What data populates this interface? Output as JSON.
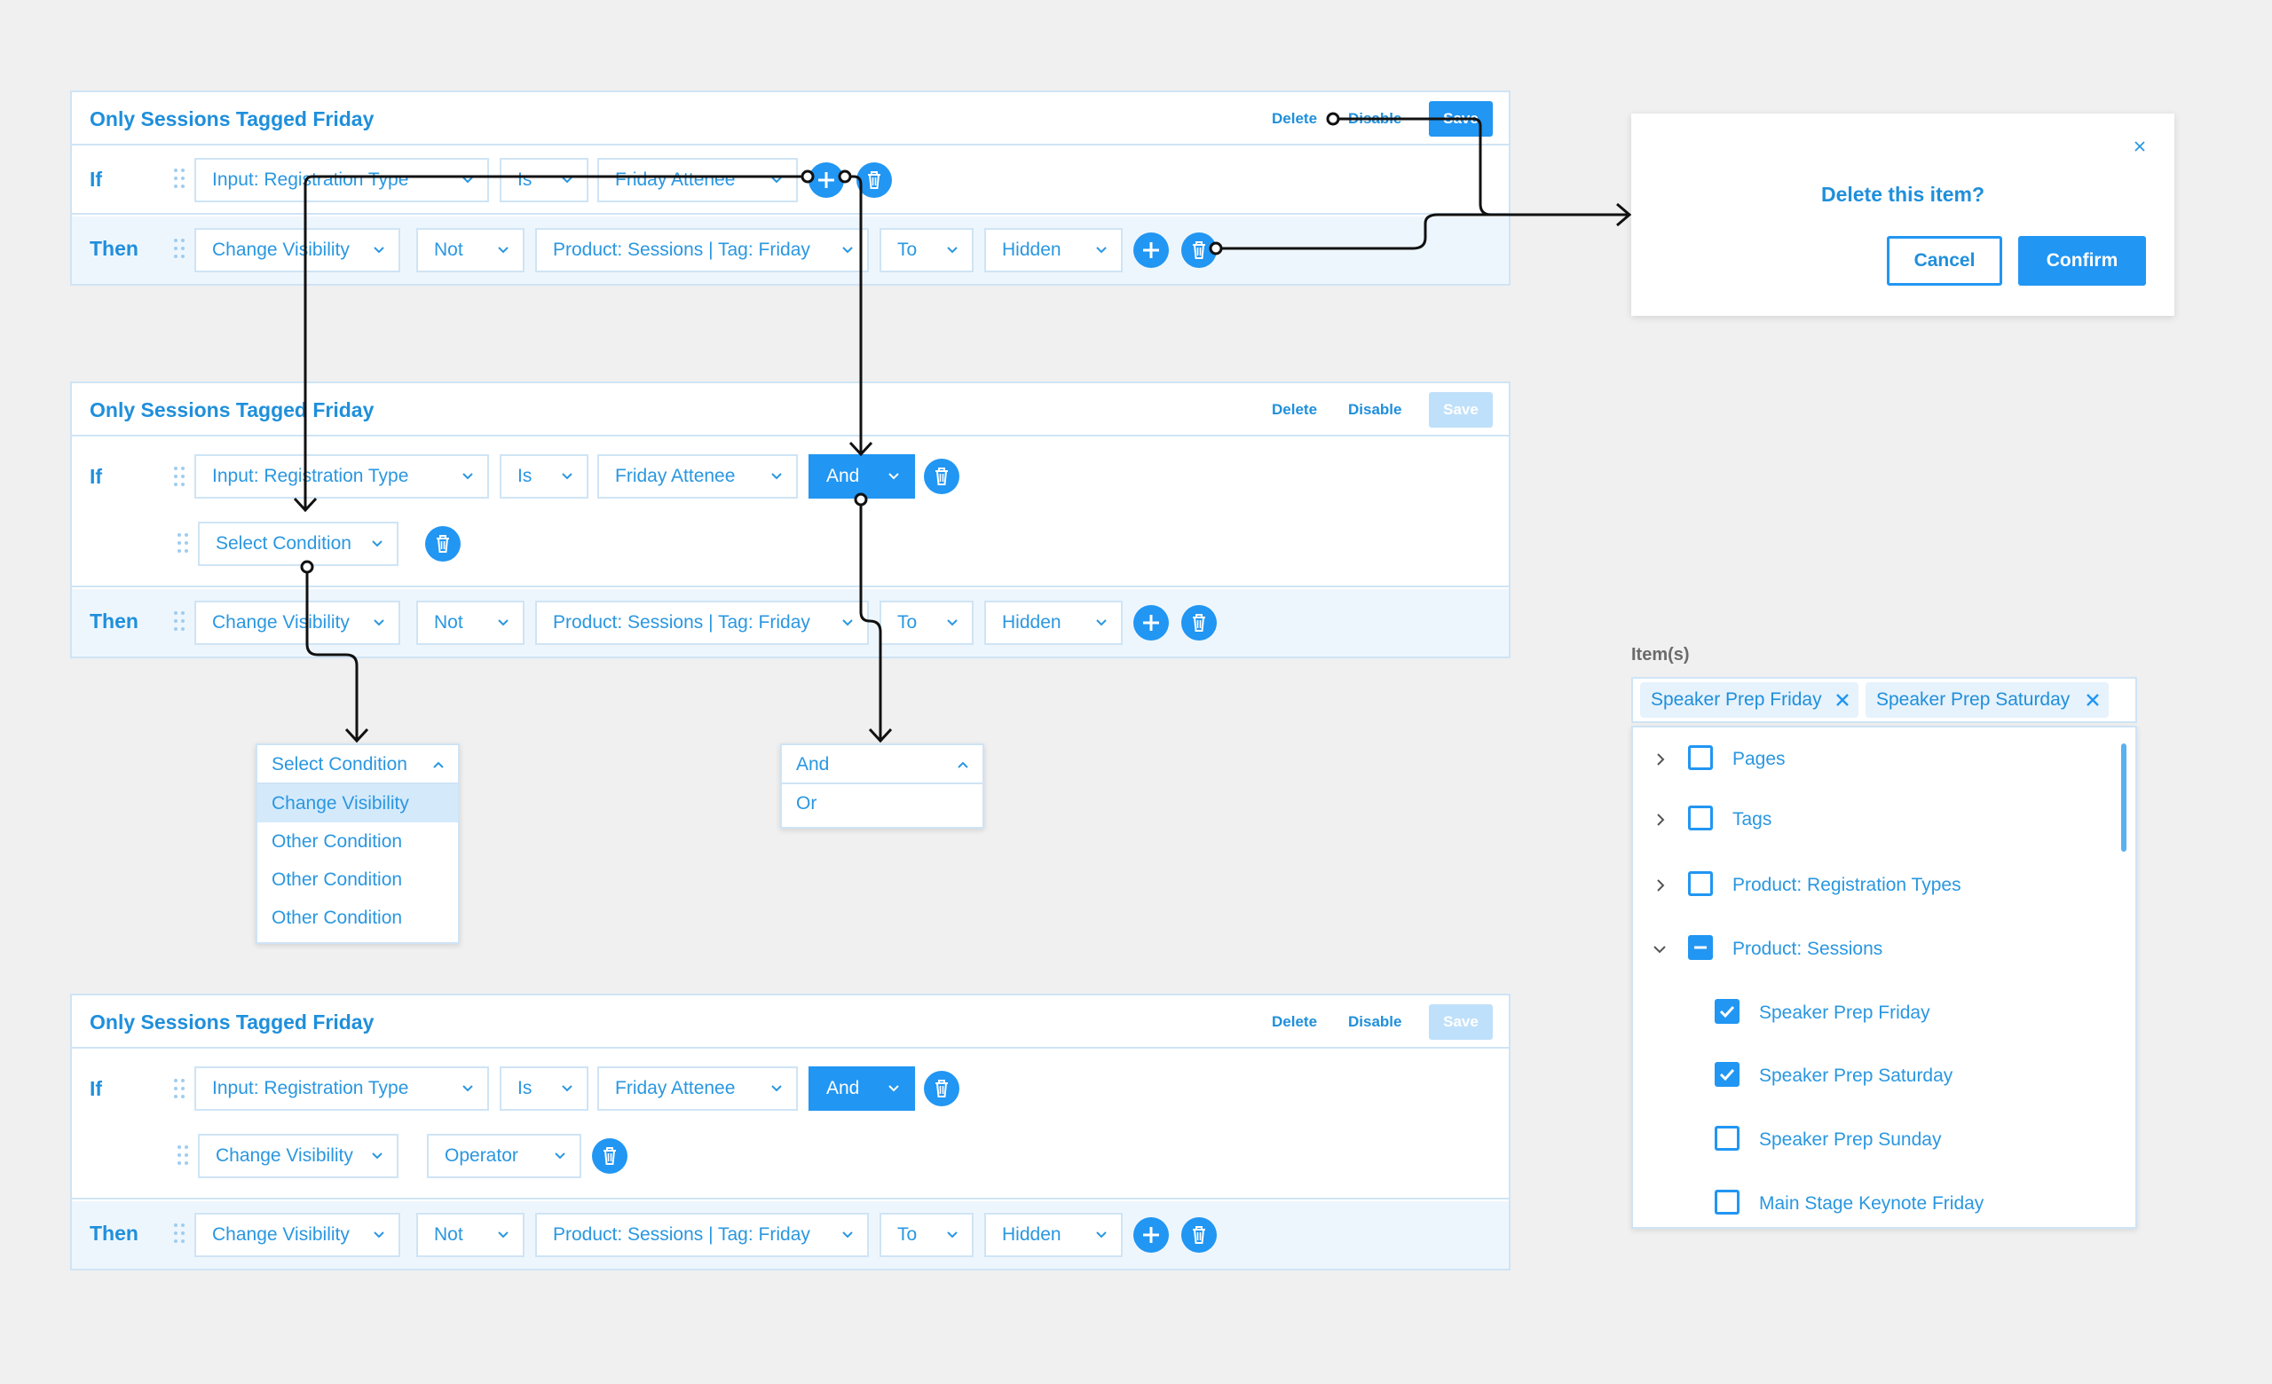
{
  "rule_panels": [
    {
      "title": "Only Sessions Tagged Friday",
      "actions": {
        "delete": "Delete",
        "disable": "Disable",
        "save": "Save"
      },
      "if_label": "If",
      "then_label": "Then",
      "if_row": {
        "field": "Input: Registration Type",
        "operator": "Is",
        "value": "Friday Attenee"
      },
      "then_row": {
        "action": "Change Visibility",
        "negation": "Not",
        "target": "Product: Sessions | Tag: Friday",
        "to": "To",
        "state": "Hidden"
      }
    },
    {
      "title": "Only Sessions Tagged Friday",
      "actions": {
        "delete": "Delete",
        "disable": "Disable",
        "save": "Save"
      },
      "if_label": "If",
      "then_label": "Then",
      "if_row": {
        "field": "Input: Registration Type",
        "operator": "Is",
        "value": "Friday Attenee",
        "conjunction": "And"
      },
      "condition_row": {
        "field": "Select Condition"
      },
      "then_row": {
        "action": "Change Visibility",
        "negation": "Not",
        "target": "Product: Sessions | Tag: Friday",
        "to": "To",
        "state": "Hidden"
      }
    },
    {
      "title": "Only Sessions Tagged Friday",
      "actions": {
        "delete": "Delete",
        "disable": "Disable",
        "save": "Save"
      },
      "if_label": "If",
      "then_label": "Then",
      "if_row": {
        "field": "Input: Registration Type",
        "operator": "Is",
        "value": "Friday Attenee",
        "conjunction": "And"
      },
      "condition_row": {
        "field": "Change Visibility",
        "operator": "Operator"
      },
      "then_row": {
        "action": "Change Visibility",
        "negation": "Not",
        "target": "Product: Sessions | Tag: Friday",
        "to": "To",
        "state": "Hidden"
      }
    }
  ],
  "condition_dropdown": {
    "header": "Select Condition",
    "options": [
      "Change Visibility",
      "Other Condition",
      "Other Condition",
      "Other Condition"
    ],
    "active_index": 0
  },
  "conjunction_dropdown": {
    "header": "And",
    "options": [
      "Or"
    ]
  },
  "delete_modal": {
    "title": "Delete this item?",
    "cancel": "Cancel",
    "confirm": "Confirm",
    "close_icon": "close-icon"
  },
  "items_picker": {
    "label": "Item(s)",
    "chips": [
      "Speaker Prep Friday",
      "Speaker Prep Saturday"
    ],
    "tree": [
      {
        "label": "Pages",
        "expandable": true,
        "expanded": false,
        "state": "unchecked",
        "level": 0
      },
      {
        "label": "Tags",
        "expandable": true,
        "expanded": false,
        "state": "unchecked",
        "level": 0
      },
      {
        "label": "Product: Registration Types",
        "expandable": true,
        "expanded": false,
        "state": "unchecked",
        "level": 0
      },
      {
        "label": "Product: Sessions",
        "expandable": true,
        "expanded": true,
        "state": "indeterminate",
        "level": 0
      },
      {
        "label": "Speaker Prep Friday",
        "expandable": false,
        "state": "checked",
        "level": 1
      },
      {
        "label": "Speaker Prep Saturday",
        "expandable": false,
        "state": "checked",
        "level": 1
      },
      {
        "label": "Speaker Prep Sunday",
        "expandable": false,
        "state": "unchecked",
        "level": 1
      },
      {
        "label": "Main Stage Keynote Friday",
        "expandable": false,
        "state": "unchecked",
        "level": 1
      }
    ]
  },
  "colors": {
    "accent": "#2196f3",
    "text": "#2a97e0",
    "border": "#cfe4f5",
    "then_bg": "#eef6fd",
    "background": "#f0f0f0",
    "disabled_save": "#bfe0fa"
  }
}
